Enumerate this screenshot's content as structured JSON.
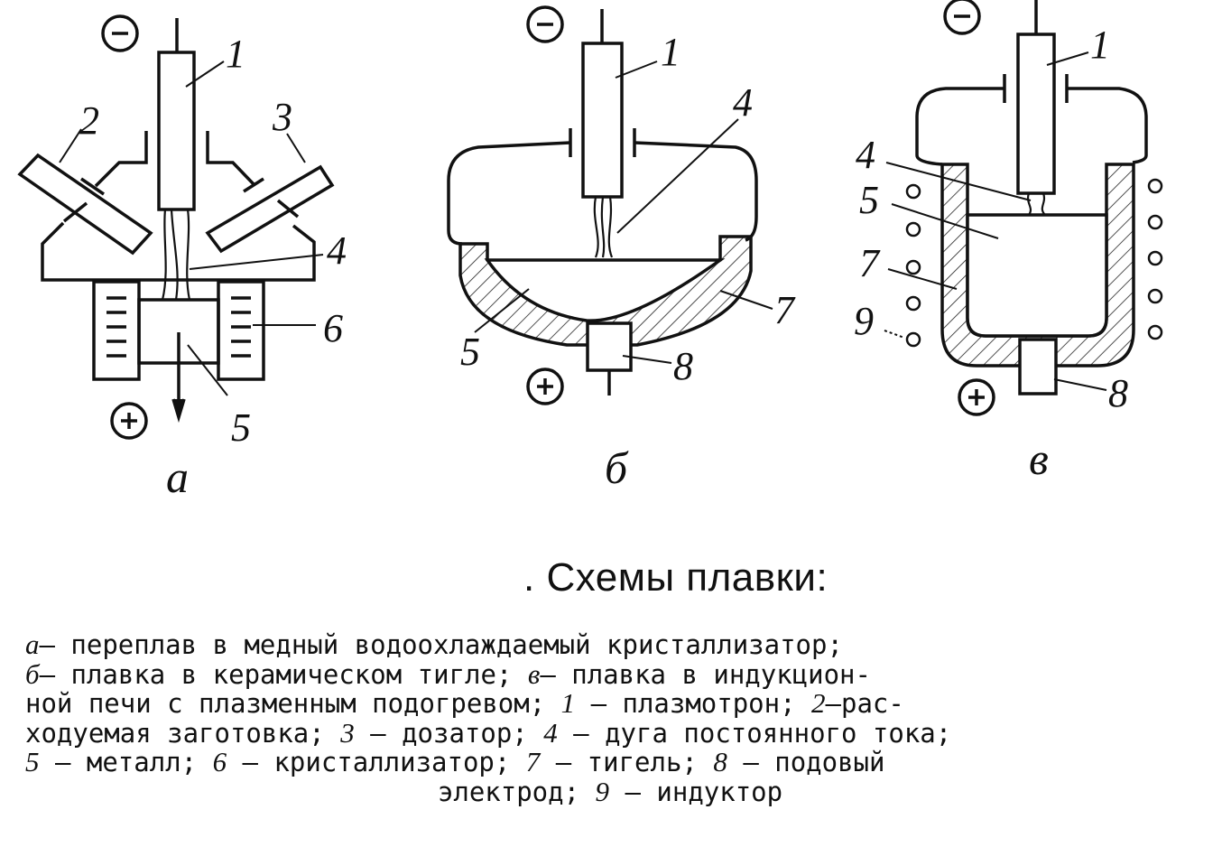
{
  "diagrams": {
    "a": {
      "label": "а",
      "minus": "−",
      "plus": "+",
      "numbers": [
        "1",
        "2",
        "3",
        "4",
        "5",
        "6"
      ]
    },
    "b": {
      "label": "б",
      "minus": "−",
      "plus": "+",
      "numbers": [
        "1",
        "4",
        "5",
        "7",
        "8"
      ]
    },
    "v": {
      "label": "в",
      "minus": "−",
      "plus": "+",
      "numbers": [
        "1",
        "4",
        "5",
        "7",
        "9",
        "8"
      ]
    }
  },
  "title": ". Схемы плавки:",
  "caption": {
    "l1": [
      "а",
      "— переплав в медный водоохлаждаемый кристаллизатор;"
    ],
    "l2": [
      "б",
      "— плавка в керамическом тигле; ",
      "в",
      "— плавка в индукцион-"
    ],
    "l3": [
      "ной печи с плазменным подогревом; ",
      "1",
      " — плазмотрон; ",
      "2",
      "—рас-"
    ],
    "l4": [
      "ходуемая заготовка; ",
      "3",
      " — дозатор; ",
      "4",
      " — дуга постоянного тока;"
    ],
    "l5": [
      "5",
      " — металл;  ",
      "6",
      " — кристаллизатор;  ",
      "7",
      " — тигель;  ",
      "8",
      " — подовый"
    ],
    "l6": [
      "электрод; ",
      "9",
      " — индуктор"
    ]
  }
}
